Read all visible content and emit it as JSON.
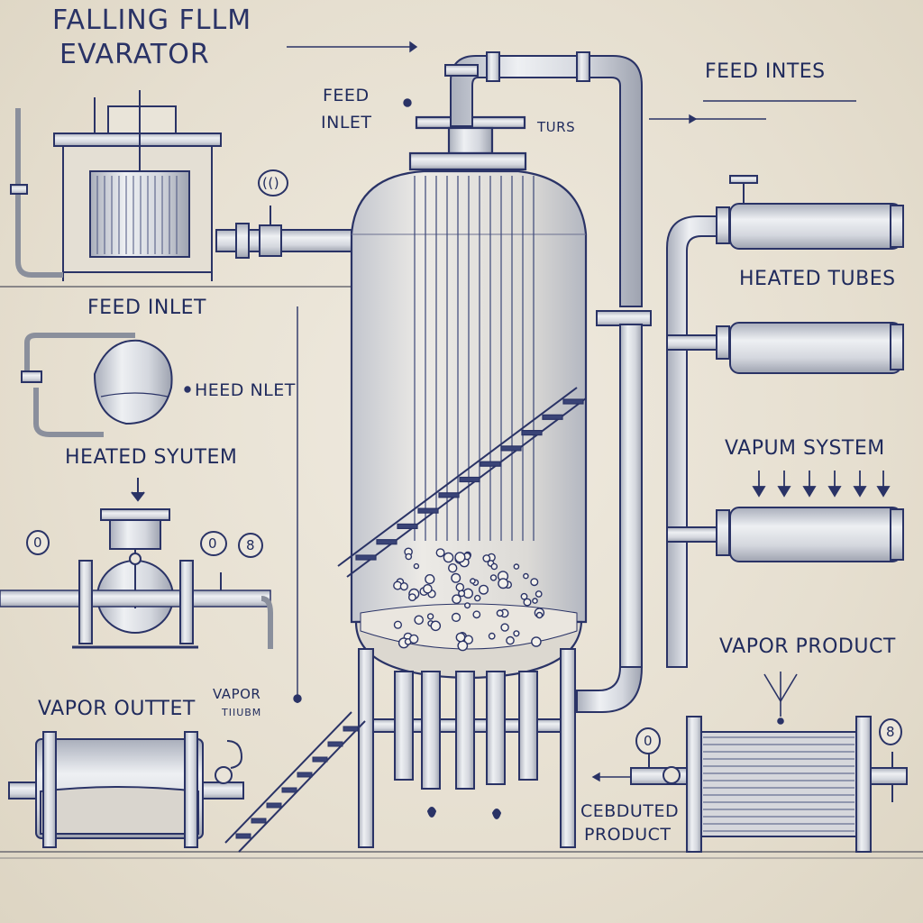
{
  "title": {
    "line1": "FALLING FLLM",
    "line2": "EVARATOR"
  },
  "labels": {
    "feed_inlet_small": {
      "line1": "FEED",
      "line2": "INLET"
    },
    "turs": "TURS",
    "feed_intes": "FEED INTES",
    "feed_inlet_left": "FEED INLET",
    "heed_inlet": "HEED   NLET",
    "heated_syutem": "HEATED SYUTEM",
    "heated_tubes": "HEATED TUBES",
    "vapum_system": "VAPUM SYSTEM",
    "vapor_product": "VAPOR PRODUCT",
    "vapor_outtet": "VAPOR OUTTET",
    "vapor_tiubm": {
      "line1": "VAPOR",
      "line2": "TIIUBM"
    },
    "cebduted_product": {
      "line1": "CEBDUTED",
      "line2": "PRODUCT"
    }
  },
  "gauges": {
    "top_left": "(()",
    "mid_left": "0",
    "mid_center": "0",
    "mid_right": "8",
    "bottom_left": "",
    "bottom_right_a": "0",
    "bottom_right_b": "8"
  },
  "colors": {
    "ink": "#1f2a5c",
    "paper": "#e8e2d4",
    "steel": "#c9ccd4",
    "liquid": "#e6e2dc"
  }
}
